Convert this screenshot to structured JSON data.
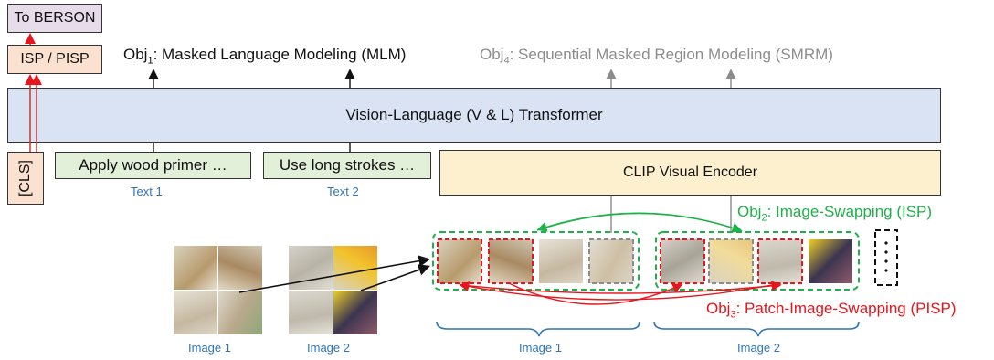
{
  "top_boxes": {
    "berson": "To BERSON",
    "isp_pisp": "ISP / PISP"
  },
  "objectives": {
    "obj1_prefix": "Obj",
    "obj1_sub": "1",
    "obj1_text": ": Masked Language Modeling (MLM)",
    "obj4_prefix": "Obj",
    "obj4_sub": "4",
    "obj4_text": ": Sequential Masked Region Modeling (SMRM)",
    "obj2_prefix": "Obj",
    "obj2_sub": "2",
    "obj2_text": ": Image-Swapping (ISP)",
    "obj3_prefix": "Obj",
    "obj3_sub": "3",
    "obj3_text": ": Patch-Image-Swapping (PISP)"
  },
  "transformer": {
    "label": "Vision-Language (V & L) Transformer"
  },
  "cls": {
    "label": "[CLS]"
  },
  "text_inputs": [
    {
      "text": "Apply wood primer …",
      "caption": "Text 1"
    },
    {
      "text": "Use long strokes …",
      "caption": "Text 2"
    }
  ],
  "clip": {
    "label": "CLIP Visual Encoder"
  },
  "images": {
    "left_caption_1": "Image 1",
    "left_caption_2": "Image 2",
    "group_caption_1": "Image 1",
    "group_caption_2": "Image 2"
  },
  "colors": {
    "transformer_fill": "#dae3f3",
    "clip_fill": "#fdf0cf",
    "text_fill": "#e2efd9",
    "top_fill": "#fbe1d0",
    "berson_fill": "#e6dcea",
    "green": "#1fb04a",
    "red": "#e8151d",
    "blue_text": "#2e75b6",
    "gray_text": "#8c8c8c"
  }
}
